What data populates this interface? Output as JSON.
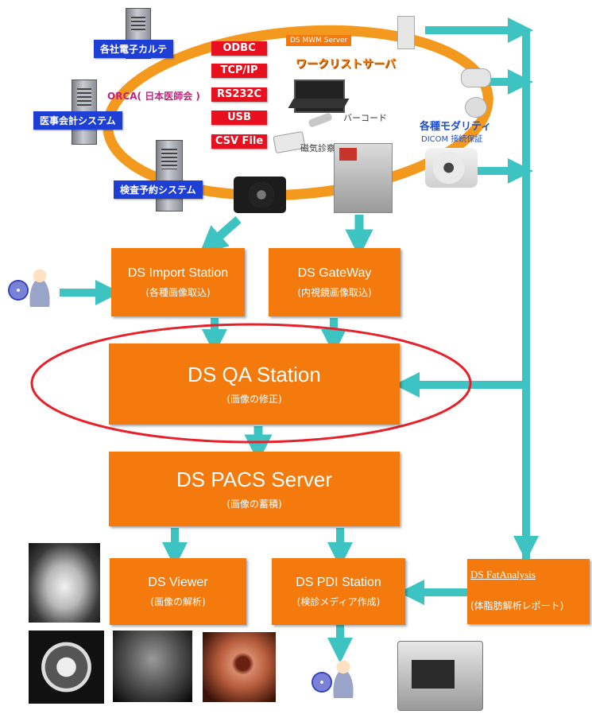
{
  "left_systems": [
    "各社電子カルテ",
    "ORCA( 日本医師会 )",
    "医事会計システム",
    "検査予約システム"
  ],
  "interfaces": [
    "ODBC",
    "TCP/IP",
    "RS232C",
    "USB",
    "CSV File"
  ],
  "mwm": {
    "label": "DS MWM Server",
    "title": "ワークリストサーバ"
  },
  "barcode": "バーコード",
  "magcard": "磁気診察カード",
  "modality": {
    "title": "各種モダリティ",
    "subtitle": "DICOM 接続保証"
  },
  "boxes": {
    "import": {
      "title": "DS Import Station",
      "sub": "(各種画像取込)"
    },
    "gateway": {
      "title": "DS GateWay",
      "sub": "(内視鏡画像取込)"
    },
    "qa": {
      "title": "DS QA Station",
      "sub": "(画像の修正)"
    },
    "pacs": {
      "title": "DS PACS Server",
      "sub": "(画像の蓄積)"
    },
    "viewer": {
      "title": "DS Viewer",
      "sub": "(画像の解析)"
    },
    "pdi": {
      "title": "DS PDI Station",
      "sub": "(検診メディア作成)"
    },
    "fat": {
      "title": "DS FatAnalysis",
      "sub": "(体脂肪解析レポート)"
    }
  },
  "colors": {
    "orange": "#f47a0e",
    "teal": "#3ec3c3",
    "ring": "#f39a1e",
    "highlight": "#e8202a",
    "blue": "#1e3fd6",
    "red": "#e8101e"
  }
}
